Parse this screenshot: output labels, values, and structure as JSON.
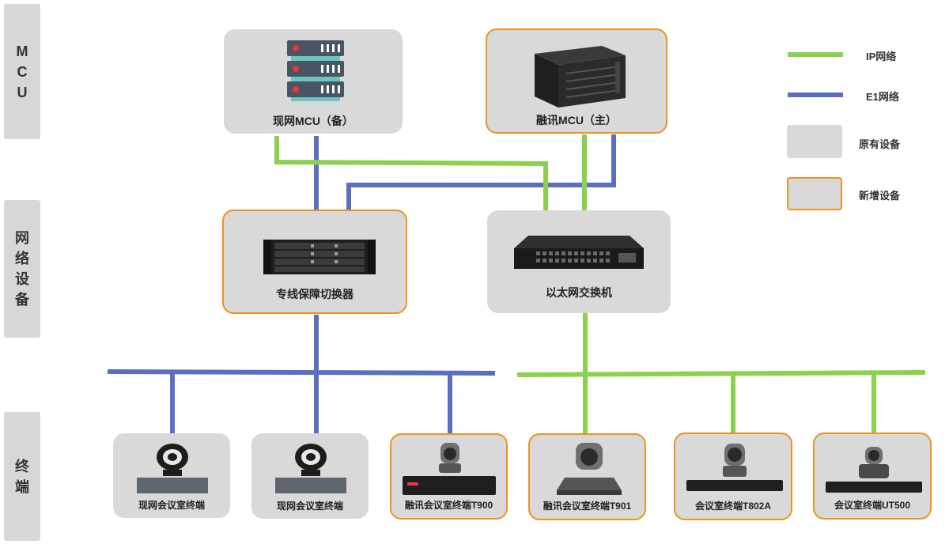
{
  "layers": {
    "mcu": "MCU",
    "network": "网络设备",
    "terminal": "终端"
  },
  "devices": {
    "mcu_backup": "现网MCU（备）",
    "mcu_main": "融讯MCU（主）",
    "switcher": "专线保障切换器",
    "ethernet_switch": "以太网交换机"
  },
  "terminals": [
    "现网会议室终端",
    "现网会议室终端",
    "融讯会议室终端T900",
    "融讯会议室终端T901",
    "会议室终端T802A",
    "会议室终端UT500"
  ],
  "legend": {
    "ip": "IP网络",
    "e1": "E1网络",
    "existing": "原有设备",
    "new": "新增设备"
  },
  "colors": {
    "ip_network": "#8cd14e",
    "e1_network": "#5b6fbf",
    "existing_fill": "#d9d9d9",
    "new_border": "#f0921e"
  }
}
